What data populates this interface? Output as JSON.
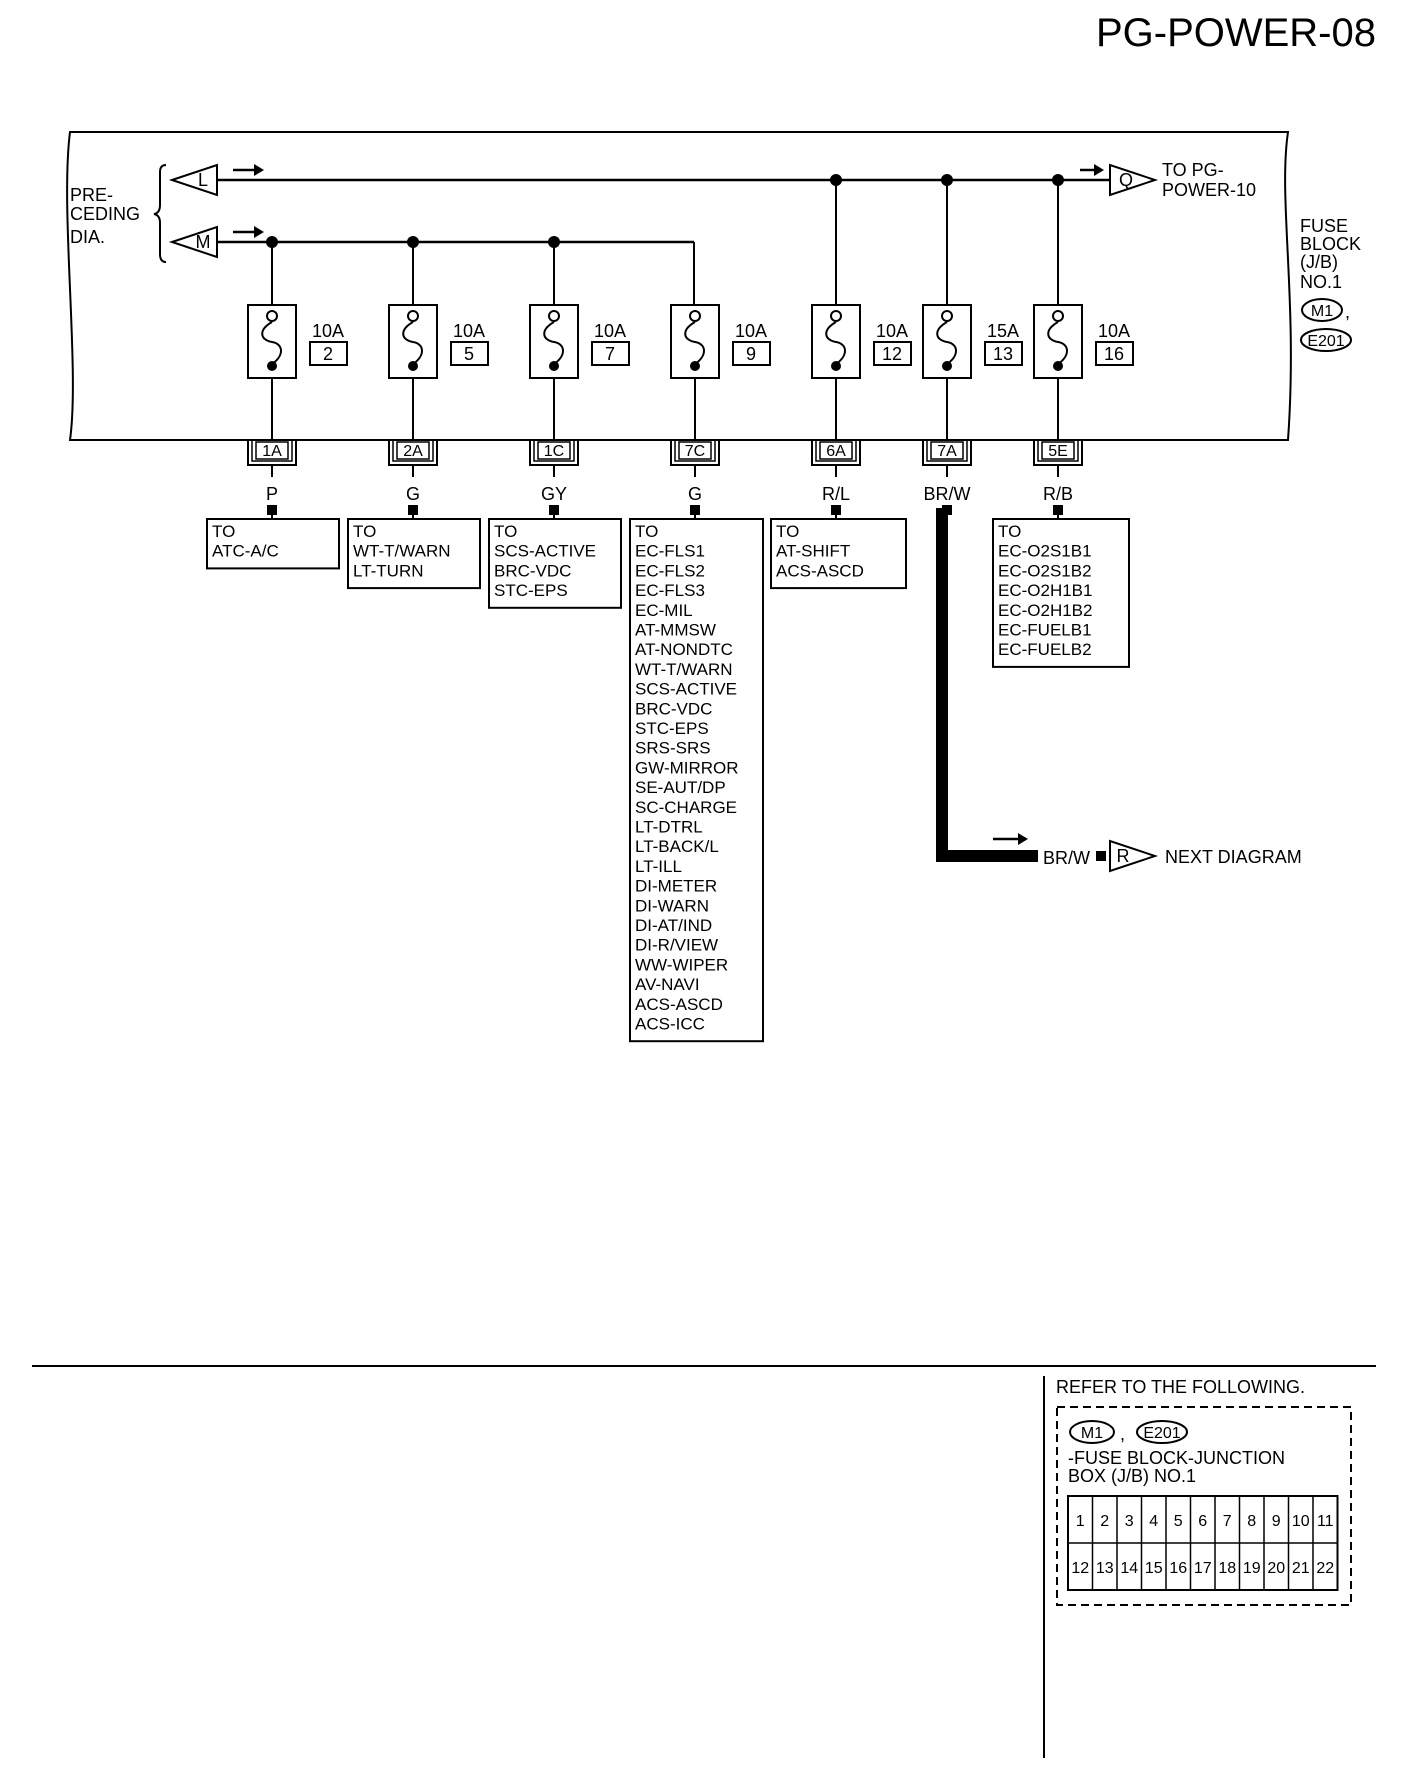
{
  "page_id": "PG-POWER-08",
  "preceding": {
    "lines": [
      "PRE-",
      "CEDING",
      "DIA."
    ]
  },
  "connectors_in": [
    "L",
    "M"
  ],
  "to_next": {
    "connector": "Q",
    "lines": [
      "TO PG-",
      "POWER-10"
    ]
  },
  "fuse_block_label": [
    "FUSE",
    "BLOCK",
    "(J/B)",
    "NO.1"
  ],
  "block_connectors": [
    "M1",
    "E201"
  ],
  "fuses": [
    {
      "rating": "10A",
      "number": "2",
      "terminal": "1A",
      "wire": "P"
    },
    {
      "rating": "10A",
      "number": "5",
      "terminal": "2A",
      "wire": "G"
    },
    {
      "rating": "10A",
      "number": "7",
      "terminal": "1C",
      "wire": "GY"
    },
    {
      "rating": "10A",
      "number": "9",
      "terminal": "7C",
      "wire": "G"
    },
    {
      "rating": "10A",
      "number": "12",
      "terminal": "6A",
      "wire": "R/L"
    },
    {
      "rating": "15A",
      "number": "13",
      "terminal": "7A",
      "wire": "BR/W"
    },
    {
      "rating": "10A",
      "number": "16",
      "terminal": "5E",
      "wire": "R/B"
    }
  ],
  "destinations": [
    [
      "TO",
      "ATC-A/C"
    ],
    [
      "TO",
      "WT-T/WARN",
      "LT-TURN"
    ],
    [
      "TO",
      "SCS-ACTIVE",
      "BRC-VDC",
      "STC-EPS"
    ],
    [
      "TO",
      "EC-FLS1",
      "EC-FLS2",
      "EC-FLS3",
      "EC-MIL",
      "AT-MMSW",
      "AT-NONDTC",
      "WT-T/WARN",
      "SCS-ACTIVE",
      "BRC-VDC",
      "STC-EPS",
      "SRS-SRS",
      "GW-MIRROR",
      "SE-AUT/DP",
      "SC-CHARGE",
      "LT-DTRL",
      "LT-BACK/L",
      "LT-ILL",
      "DI-METER",
      "DI-WARN",
      "DI-AT/IND",
      "DI-R/VIEW",
      "WW-WIPER",
      "AV-NAVI",
      "ACS-ASCD",
      "ACS-ICC"
    ],
    [
      "TO",
      "AT-SHIFT",
      "ACS-ASCD"
    ],
    [],
    [
      "TO",
      "EC-O2S1B1",
      "EC-O2S1B2",
      "EC-O2H1B1",
      "EC-O2H1B2",
      "EC-FUELB1",
      "EC-FUELB2"
    ]
  ],
  "next_diagram": {
    "wire": "BR/W",
    "connector": "R",
    "label": "NEXT DIAGRAM"
  },
  "refer": {
    "title": "REFER TO THE FOLLOWING.",
    "connectors": [
      "M1",
      "E201"
    ],
    "desc": [
      "-FUSE BLOCK-JUNCTION",
      "BOX (J/B) NO.1"
    ],
    "grid_top": [
      "1",
      "2",
      "3",
      "4",
      "5",
      "6",
      "7",
      "8",
      "9",
      "10",
      "11"
    ],
    "grid_bottom": [
      "12",
      "13",
      "14",
      "15",
      "16",
      "17",
      "18",
      "19",
      "20",
      "21",
      "22"
    ]
  }
}
